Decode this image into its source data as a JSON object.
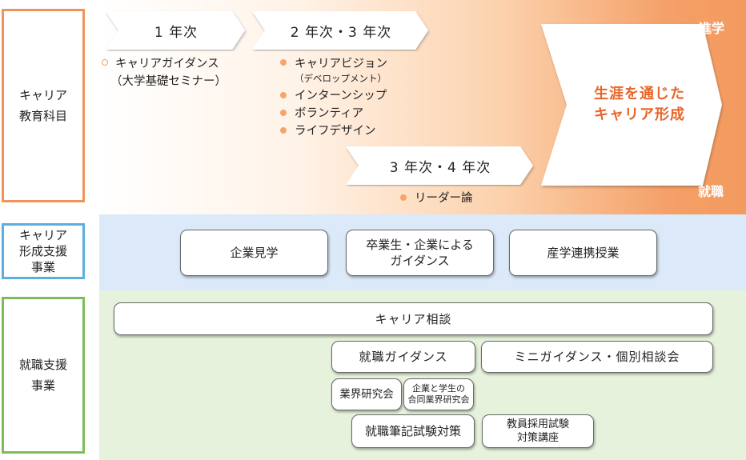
{
  "sidebar": {
    "career_education": "キャリア\n教育科目",
    "career_support": "キャリア\n形成支援\n事業",
    "job_support": "就職支援\n事業"
  },
  "top": {
    "year1": "1 年次",
    "year23": "2 年次・3 年次",
    "year34": "3 年次・4 年次",
    "year1_items": [
      "キャリアガイダンス",
      "（大学基礎セミナー）"
    ],
    "year23_items": [
      "キャリアビジョン",
      "（デベロップメント）",
      "インターンシップ",
      "ボランティア",
      "ライフデザイン"
    ],
    "year34_items": [
      "リーダー論"
    ],
    "goal": "生涯を通じた\nキャリア形成",
    "advance": "進学",
    "employment": "就職"
  },
  "middle": {
    "items": [
      "企業見学",
      "卒業生・企業による\nガイダンス",
      "産学連携授業"
    ]
  },
  "bottom": {
    "career_consult": "キャリア相談",
    "job_guidance": "就職ガイダンス",
    "mini_guidance": "ミニガイダンス・個別相談会",
    "industry_study": "業界研究会",
    "joint_study": "企業と学生の\n合同業界研究会",
    "written_exam": "就職筆記試験対策",
    "teacher_exam": "教員採用試験\n対策講座"
  },
  "colors": {
    "orange": "#f0935a",
    "blue": "#5aaee0",
    "green": "#7cbd5a",
    "band_blue": "#dbe9f8",
    "band_green": "#e6f2dc",
    "goal_text": "#e8652a"
  }
}
